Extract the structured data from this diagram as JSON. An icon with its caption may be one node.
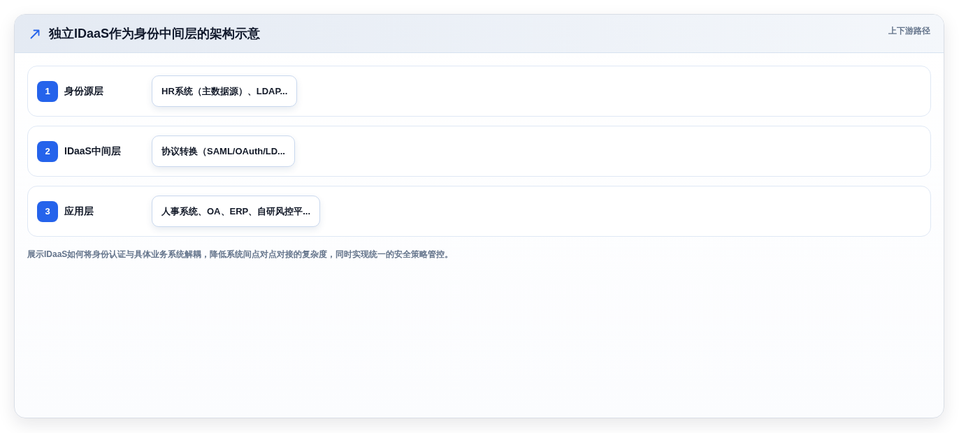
{
  "diagram": {
    "title": "独立IDaaS作为身份中间层的架构示意",
    "nodes": [
      {
        "text": [
          "身份源层"
        ]
      },
      {
        "text": [
          "1"
        ],
        "in": 0
      },
      {
        "text": [
          "HR系统（主数据源）、LDAP..."
        ],
        "in": 0
      },
      {
        "text": [
          "IDaaS中间层"
        ]
      },
      {
        "text": [
          "2"
        ],
        "in": 3
      },
      {
        "text": [
          "协议转换（SAML/OAuth/LD..."
        ],
        "in": 3
      },
      {
        "text": [
          "应用层"
        ]
      },
      {
        "text": [
          "3"
        ],
        "in": 6
      },
      {
        "text": [
          "人事系统、OA、ERP、自研风控平..."
        ],
        "in": 6
      }
    ],
    "labels": [
      "上下游路径"
    ],
    "caption": "展示IDaaS如何将身份认证与具体业务系统解耦，降低系统间点对点对接的复杂度，同时实现统一的安全策略管控。"
  }
}
